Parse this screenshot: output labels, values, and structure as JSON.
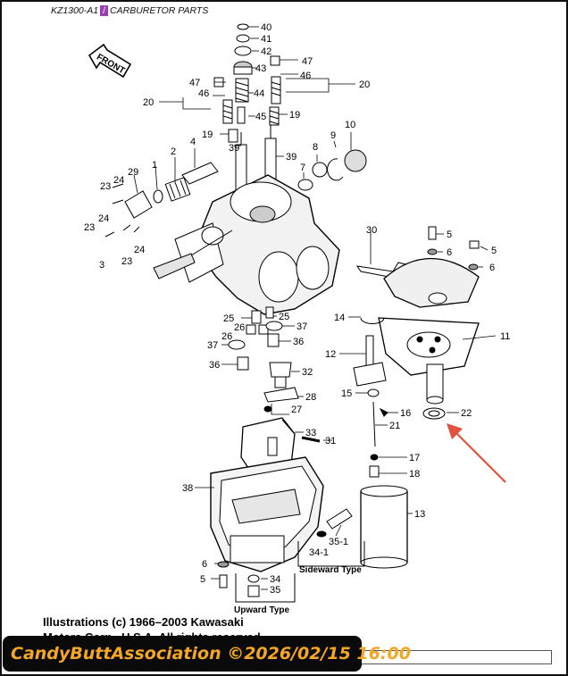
{
  "header": {
    "model": "KZ1300-A1",
    "separator": "/",
    "section": "CARBURETOR PARTS"
  },
  "front_label": "FRONT",
  "callouts": {
    "n40": "40",
    "n41": "41",
    "n42": "42",
    "n43": "43",
    "n44": "44",
    "n45": "45",
    "n46a": "46",
    "n46b": "46",
    "n47a": "47",
    "n47b": "47",
    "n20a": "20",
    "n20b": "20",
    "n19a": "19",
    "n19b": "19",
    "n39a": "39",
    "n39b": "39",
    "n10": "10",
    "n9": "9",
    "n8": "8",
    "n7": "7",
    "n4": "4",
    "n2": "2",
    "n1": "1",
    "n29": "29",
    "n24a": "24",
    "n24b": "24",
    "n24c": "24",
    "n23a": "23",
    "n23b": "23",
    "n23c": "23",
    "n3": "3",
    "n30": "30",
    "n5a": "5",
    "n5b": "5",
    "n6a": "6",
    "n6b": "6",
    "n11": "11",
    "n14": "14",
    "n12": "12",
    "n15": "15",
    "n16": "16",
    "n21": "21",
    "n22": "22",
    "n17": "17",
    "n18": "18",
    "n13": "13",
    "n25a": "25",
    "n25b": "25",
    "n26a": "26",
    "n26b": "26",
    "n37a": "37",
    "n37b": "37",
    "n36a": "36",
    "n36b": "36",
    "n32": "32",
    "n28": "28",
    "n27": "27",
    "n33": "33",
    "n31": "31",
    "n38": "38",
    "n35_1": "35-1",
    "n34_1": "34-1",
    "n6c": "6",
    "n5c": "5",
    "n34": "34",
    "n35": "35"
  },
  "sideward_label": "Sideward Type",
  "upward_label": "Upward Type",
  "copyright": {
    "line1": "Illustrations (c) 1966–2003 Kawasaki",
    "line2": "Motors Corp., U.S.A. All rights reserved"
  },
  "bottom_fragment": "ed",
  "watermark": "CandyButtAssociation ©2026/02/15 16:00",
  "colors": {
    "arrow": "#e0533d",
    "watermark_bg": "#0a0a0a",
    "watermark_text": "#f5a623",
    "separator_bg": "#9b3fb0"
  }
}
